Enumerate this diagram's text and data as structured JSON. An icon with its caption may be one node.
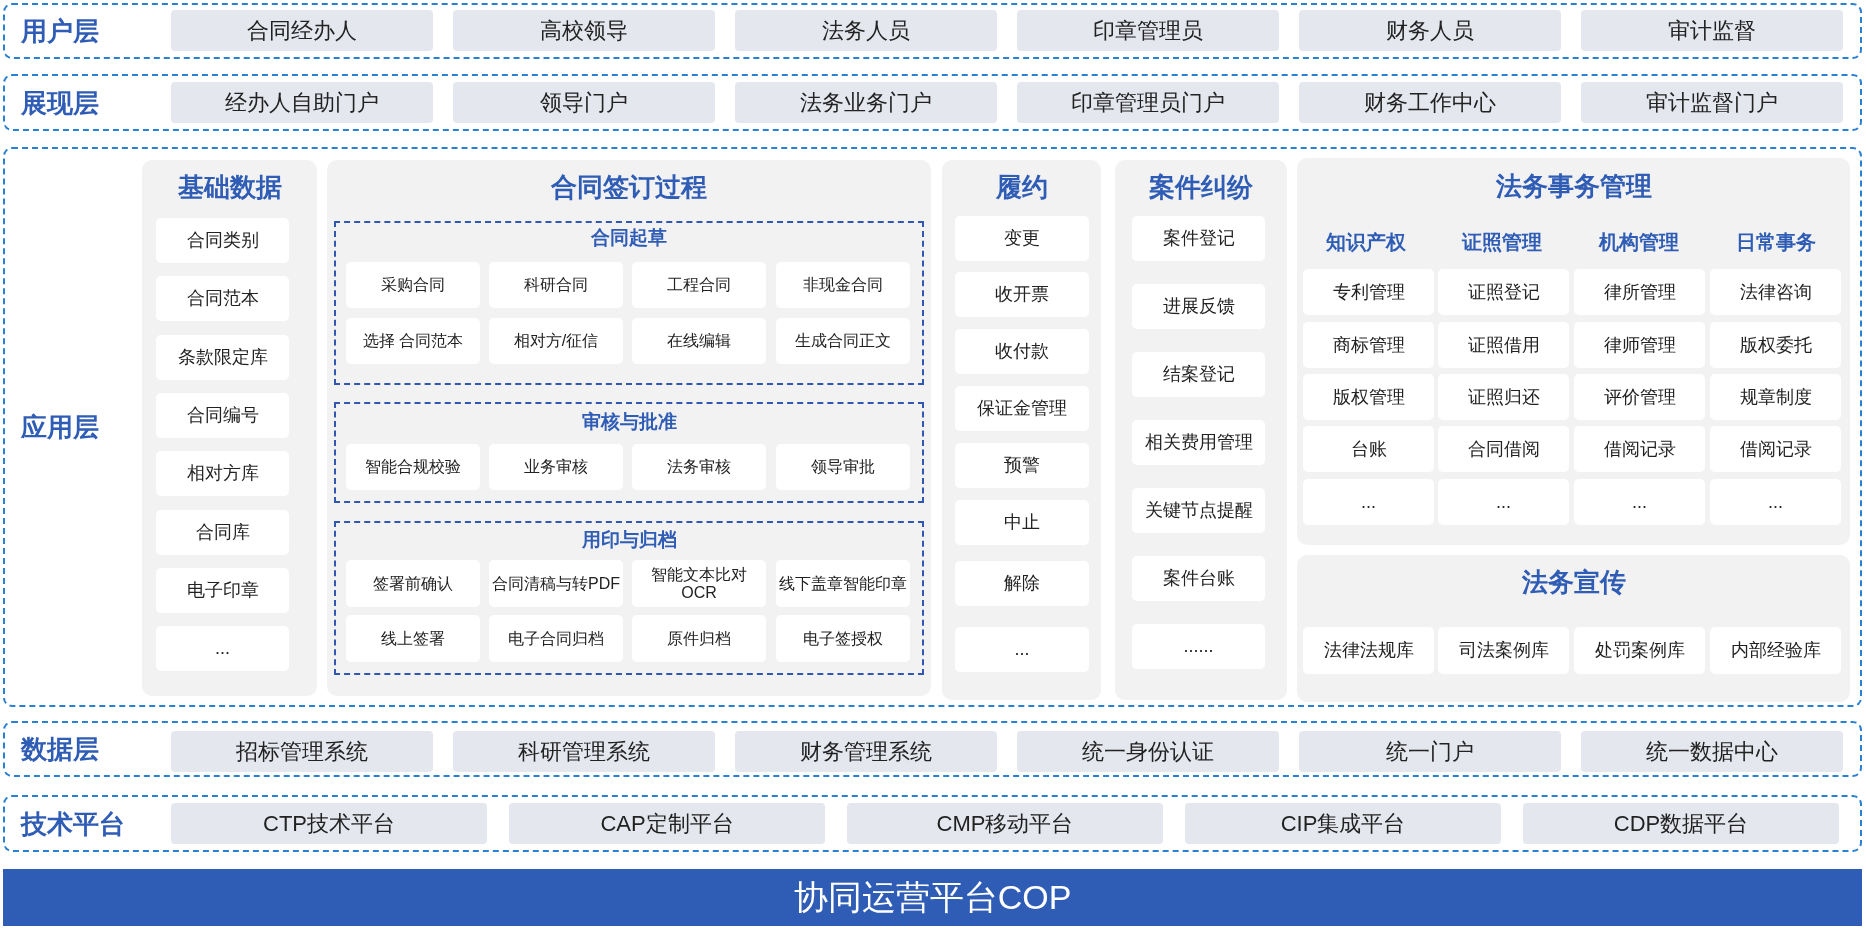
{
  "diagram": {
    "nodes": [
      {
        "text": [
          "用户层"
        ]
      },
      {
        "text": [
          "合同经办人"
        ],
        "in": 0
      },
      {
        "text": [
          "高校领导"
        ],
        "in": 0
      },
      {
        "text": [
          "法务人员"
        ],
        "in": 0
      },
      {
        "text": [
          "印章管理员"
        ],
        "in": 0
      },
      {
        "text": [
          "财务人员"
        ],
        "in": 0
      },
      {
        "text": [
          "审计监督"
        ],
        "in": 0
      },
      {
        "text": [
          "展现层"
        ]
      },
      {
        "text": [
          "经办人自助门户"
        ],
        "in": 7
      },
      {
        "text": [
          "领导门户"
        ],
        "in": 7
      },
      {
        "text": [
          "法务业务门户"
        ],
        "in": 7
      },
      {
        "text": [
          "印章管理员门户"
        ],
        "in": 7
      },
      {
        "text": [
          "财务工作中心"
        ],
        "in": 7
      },
      {
        "text": [
          "审计监督门户"
        ],
        "in": 7
      },
      {
        "text": [
          "应用层"
        ]
      },
      {
        "text": [
          "基础数据"
        ],
        "in": 14
      },
      {
        "text": [
          "合同类别"
        ],
        "in": 15
      },
      {
        "text": [
          "合同范本"
        ],
        "in": 15
      },
      {
        "text": [
          "条款限定库"
        ],
        "in": 15
      },
      {
        "text": [
          "合同编号"
        ],
        "in": 15
      },
      {
        "text": [
          "相对方库"
        ],
        "in": 15
      },
      {
        "text": [
          "合同库"
        ],
        "in": 15
      },
      {
        "text": [
          "电子印章"
        ],
        "in": 15
      },
      {
        "text": [
          "..."
        ],
        "in": 15
      },
      {
        "text": [
          "合同签订过程"
        ],
        "in": 14
      },
      {
        "text": [
          "合同起草"
        ],
        "in": 24
      },
      {
        "text": [
          "采购合同"
        ],
        "in": 25
      },
      {
        "text": [
          "科研合同"
        ],
        "in": 25
      },
      {
        "text": [
          "工程合同"
        ],
        "in": 25
      },
      {
        "text": [
          "非现金合同"
        ],
        "in": 25
      },
      {
        "text": [
          "选择 合同范本"
        ],
        "in": 25
      },
      {
        "text": [
          "相对方/征信"
        ],
        "in": 25
      },
      {
        "text": [
          "在线编辑"
        ],
        "in": 25
      },
      {
        "text": [
          "生成合同正文"
        ],
        "in": 25
      },
      {
        "text": [
          "审核与批准"
        ],
        "in": 24
      },
      {
        "text": [
          "智能合规校验"
        ],
        "in": 34
      },
      {
        "text": [
          "业务审核"
        ],
        "in": 34
      },
      {
        "text": [
          "法务审核"
        ],
        "in": 34
      },
      {
        "text": [
          "领导审批"
        ],
        "in": 34
      },
      {
        "text": [
          "用印与归档"
        ],
        "in": 24
      },
      {
        "text": [
          "签署前确认"
        ],
        "in": 39
      },
      {
        "text": [
          "合同清稿与转PDF"
        ],
        "in": 39
      },
      {
        "text": [
          "智能文本比对OCR"
        ],
        "in": 39
      },
      {
        "text": [
          "线下盖章智能印章"
        ],
        "in": 39
      },
      {
        "text": [
          "线上签署"
        ],
        "in": 39
      },
      {
        "text": [
          "电子合同归档"
        ],
        "in": 39
      },
      {
        "text": [
          "原件归档"
        ],
        "in": 39
      },
      {
        "text": [
          "电子签授权"
        ],
        "in": 39
      },
      {
        "text": [
          "履约"
        ],
        "in": 14
      },
      {
        "text": [
          "变更"
        ],
        "in": 48
      },
      {
        "text": [
          "收开票"
        ],
        "in": 48
      },
      {
        "text": [
          "收付款"
        ],
        "in": 48
      },
      {
        "text": [
          "保证金管理"
        ],
        "in": 48
      },
      {
        "text": [
          "预警"
        ],
        "in": 48
      },
      {
        "text": [
          "中止"
        ],
        "in": 48
      },
      {
        "text": [
          "解除"
        ],
        "in": 48
      },
      {
        "text": [
          "..."
        ],
        "in": 48
      },
      {
        "text": [
          "案件纠纷"
        ],
        "in": 14
      },
      {
        "text": [
          "案件登记"
        ],
        "in": 57
      },
      {
        "text": [
          "进展反馈"
        ],
        "in": 57
      },
      {
        "text": [
          "结案登记"
        ],
        "in": 57
      },
      {
        "text": [
          "相关费用管理"
        ],
        "in": 57
      },
      {
        "text": [
          "关键节点提醒"
        ],
        "in": 57
      },
      {
        "text": [
          "案件台账"
        ],
        "in": 57
      },
      {
        "text": [
          "......"
        ],
        "in": 57
      },
      {
        "text": [
          "法务事务管理"
        ],
        "in": 14
      },
      {
        "text": [
          "专利管理"
        ],
        "in": 65
      },
      {
        "text": [
          "证照登记"
        ],
        "in": 65
      },
      {
        "text": [
          "律所管理"
        ],
        "in": 65
      },
      {
        "text": [
          "法律咨询"
        ],
        "in": 65
      },
      {
        "text": [
          "商标管理"
        ],
        "in": 65
      },
      {
        "text": [
          "证照借用"
        ],
        "in": 65
      },
      {
        "text": [
          "律师管理"
        ],
        "in": 65
      },
      {
        "text": [
          "版权委托"
        ],
        "in": 65
      },
      {
        "text": [
          "版权管理"
        ],
        "in": 65
      },
      {
        "text": [
          "证照归还"
        ],
        "in": 65
      },
      {
        "text": [
          "评价管理"
        ],
        "in": 65
      },
      {
        "text": [
          "规章制度"
        ],
        "in": 65
      },
      {
        "text": [
          "台账"
        ],
        "in": 65
      },
      {
        "text": [
          "合同借阅"
        ],
        "in": 65
      },
      {
        "text": [
          "借阅记录"
        ],
        "in": 65
      },
      {
        "text": [
          "借阅记录"
        ],
        "in": 65
      },
      {
        "text": [
          "..."
        ],
        "in": 65
      },
      {
        "text": [
          "..."
        ],
        "in": 65
      },
      {
        "text": [
          "..."
        ],
        "in": 65
      },
      {
        "text": [
          "..."
        ],
        "in": 65
      },
      {
        "text": [
          "法务宣传"
        ],
        "in": 14
      },
      {
        "text": [
          "法律法规库"
        ],
        "in": 86
      },
      {
        "text": [
          "司法案例库"
        ],
        "in": 86
      },
      {
        "text": [
          "处罚案例库"
        ],
        "in": 86
      },
      {
        "text": [
          "内部经验库"
        ],
        "in": 86
      },
      {
        "text": [
          "数据层"
        ]
      },
      {
        "text": [
          "招标管理系统"
        ],
        "in": 91
      },
      {
        "text": [
          "科研管理系统"
        ],
        "in": 91
      },
      {
        "text": [
          "财务管理系统"
        ],
        "in": 91
      },
      {
        "text": [
          "统一身份认证"
        ],
        "in": 91
      },
      {
        "text": [
          "统一门户"
        ],
        "in": 91
      },
      {
        "text": [
          "统一数据中心"
        ],
        "in": 91
      },
      {
        "text": [
          "技术平台"
        ]
      },
      {
        "text": [
          "CTP技术平台"
        ],
        "in": 98
      },
      {
        "text": [
          "CAP定制平台"
        ],
        "in": 98
      },
      {
        "text": [
          "CMP移动平台"
        ],
        "in": 98
      },
      {
        "text": [
          "CIP集成平台"
        ],
        "in": 98
      },
      {
        "text": [
          "CDP数据平台"
        ],
        "in": 98
      },
      {
        "text": [
          "协同运营平台COP"
        ]
      }
    ],
    "labels": [
      "知识产权",
      "证照管理",
      "机构管理",
      "日常事务"
    ]
  }
}
